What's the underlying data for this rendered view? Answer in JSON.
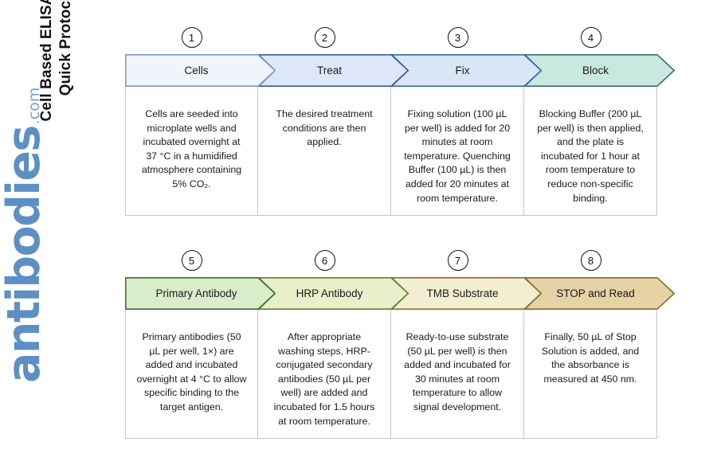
{
  "title": {
    "line1": "Cell Based ELISA Kits",
    "line2": "Quick Protocol"
  },
  "brand": {
    "word": "antibodies",
    "tld": ".com",
    "color": "#5E8FC4"
  },
  "rows": [
    {
      "steps": [
        {
          "number": "1",
          "label": "Cells",
          "fill": "#F0F5FB",
          "stroke": "#7D9CC0",
          "description": "Cells are seeded into microplate wells and incubated overnight at 37 °C in a humidified atmosphere containing 5% CO₂."
        },
        {
          "number": "2",
          "label": "Treat",
          "fill": "#DEE7F7",
          "stroke": "#3B5B9B",
          "description": "The desired treatment conditions are then applied."
        },
        {
          "number": "3",
          "label": "Fix",
          "fill": "#D9E6F5",
          "stroke": "#31709E",
          "description": "Fixing solution (100 µL per well) is added for 20 minutes at room temperature. Quenching Buffer (100 µL) is then added for 20 minutes at room temperature."
        },
        {
          "number": "4",
          "label": "Block",
          "fill": "#C9E8E0",
          "stroke": "#3C6E72",
          "description": "Blocking Buffer (200 µL per well) is then applied, and the plate is incubated for 1 hour at room temperature to reduce non-specific binding."
        }
      ]
    },
    {
      "steps": [
        {
          "number": "5",
          "label": "Primary Antibody",
          "fill": "#D9EDCB",
          "stroke": "#3F7032",
          "description": "Primary antibodies (50 µL per well, 1×) are added and incubated overnight at 4 °C to allow specific binding to the target antigen."
        },
        {
          "number": "6",
          "label": "HRP Antibody",
          "fill": "#E9EECB",
          "stroke": "#6D7B2E",
          "description": "After appropriate washing steps, HRP-conjugated secondary antibodies (50 µL per well) are added and incubated for 1.5 hours at room temperature."
        },
        {
          "number": "7",
          "label": "TMB Substrate",
          "fill": "#F2EED2",
          "stroke": "#8A7327",
          "description": "Ready-to-use substrate (50 µL per well) is then added and incubated for 30 minutes at room temperature to allow signal development."
        },
        {
          "number": "8",
          "label": "STOP and Read",
          "fill": "#E5D2A5",
          "stroke": "#8A6E29",
          "description": "Finally, 50 µL of Stop Solution is added, and the absorbance is measured at 450 nm."
        }
      ]
    }
  ]
}
